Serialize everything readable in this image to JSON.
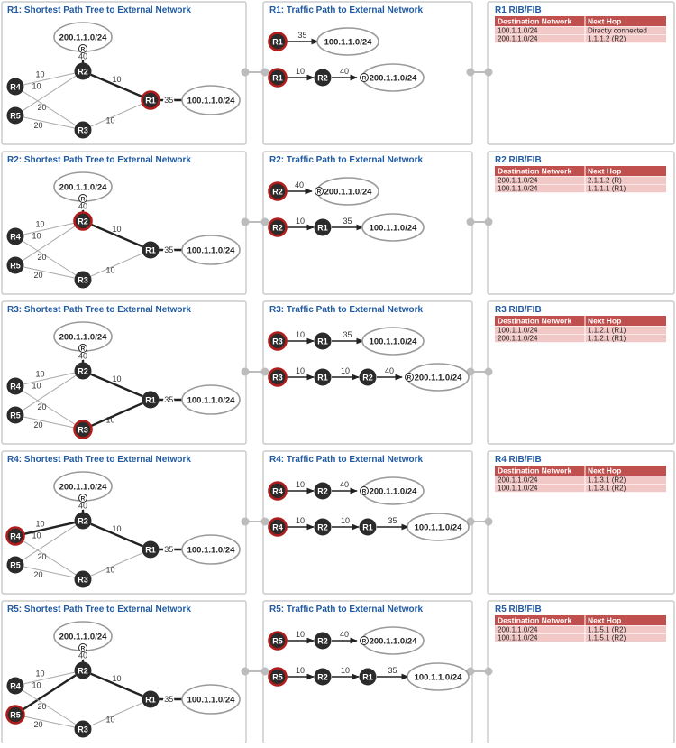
{
  "colors": {
    "router_fill": "#2b2b2b",
    "highlight": "#b01c1c",
    "title": "#1f5aa3",
    "table_header": "#c0504d",
    "table_row": "#f2c8c7",
    "panel_border": "#c0c0c0",
    "ellipse_stroke": "#9a9a9a",
    "connector": "#bcbcbc"
  },
  "rows": [
    {
      "spt_title": "R1: Shortest Path Tree to External Network",
      "traffic_title": "R1: Traffic Path to External Network",
      "fib_title": "R1 RIB/FIB",
      "source": "R1",
      "spt_nodes": {
        "R1": "R1",
        "R2": "R2",
        "R3": "R3",
        "R4": "R4",
        "R5": "R5",
        "N200": "200.1.1.0/24",
        "N100": "100.1.1.0/24",
        "R": "R"
      },
      "spt_edges": [
        {
          "from": "R2",
          "to": "N200",
          "cost": "40",
          "bold": true
        },
        {
          "from": "R2",
          "to": "R1",
          "cost": "10",
          "bold": true
        },
        {
          "from": "R1",
          "to": "N100",
          "cost": "35",
          "bold": true
        },
        {
          "from": "R4",
          "to": "R2",
          "cost": "10",
          "bold": false
        },
        {
          "from": "R5",
          "to": "R2",
          "cost": "10",
          "bold": false
        },
        {
          "from": "R4",
          "to": "R3",
          "cost": "20",
          "bold": false
        },
        {
          "from": "R5",
          "to": "R3",
          "cost": "20",
          "bold": false
        },
        {
          "from": "R3",
          "to": "R1",
          "cost": "10",
          "bold": false
        }
      ],
      "paths": [
        {
          "hops": [
            "R1"
          ],
          "costs": [
            "35"
          ],
          "dest": "100.1.1.0/24",
          "r_marker": false
        },
        {
          "hops": [
            "R1",
            "R2"
          ],
          "costs": [
            "10",
            "40"
          ],
          "dest": "200.1.1.0/24",
          "r_marker": true
        }
      ],
      "fib": {
        "headers": [
          "Destination Network",
          "Next Hop"
        ],
        "rows": [
          [
            "100.1.1.0/24",
            "Directly connected"
          ],
          [
            "200.1.1.0/24",
            "1.1.1.2 (R2)"
          ]
        ]
      }
    },
    {
      "spt_title": "R2: Shortest Path Tree to External Network",
      "traffic_title": "R2: Traffic Path to External Network",
      "fib_title": "R2 RIB/FIB",
      "source": "R2",
      "spt_nodes": {
        "R1": "R1",
        "R2": "R2",
        "R3": "R3",
        "R4": "R4",
        "R5": "R5",
        "N200": "200.1.1.0/24",
        "N100": "100.1.1.0/24",
        "R": "R"
      },
      "spt_edges": [
        {
          "from": "R2",
          "to": "N200",
          "cost": "40",
          "bold": true
        },
        {
          "from": "R2",
          "to": "R1",
          "cost": "10",
          "bold": true
        },
        {
          "from": "R1",
          "to": "N100",
          "cost": "35",
          "bold": true
        },
        {
          "from": "R4",
          "to": "R2",
          "cost": "10",
          "bold": false
        },
        {
          "from": "R5",
          "to": "R2",
          "cost": "10",
          "bold": false
        },
        {
          "from": "R4",
          "to": "R3",
          "cost": "20",
          "bold": false
        },
        {
          "from": "R5",
          "to": "R3",
          "cost": "20",
          "bold": false
        },
        {
          "from": "R3",
          "to": "R1",
          "cost": "10",
          "bold": false
        }
      ],
      "paths": [
        {
          "hops": [
            "R2"
          ],
          "costs": [
            "40"
          ],
          "dest": "200.1.1.0/24",
          "r_marker": true
        },
        {
          "hops": [
            "R2",
            "R1"
          ],
          "costs": [
            "10",
            "35"
          ],
          "dest": "100.1.1.0/24",
          "r_marker": false
        }
      ],
      "fib": {
        "headers": [
          "Destination Network",
          "Next Hop"
        ],
        "rows": [
          [
            "200.1.1.0/24",
            "2.1.1.2 (R)"
          ],
          [
            "100.1.1.0/24",
            "1.1.1.1 (R1)"
          ]
        ]
      }
    },
    {
      "spt_title": "R3: Shortest Path Tree to External Network",
      "traffic_title": "R3: Traffic Path to External Network",
      "fib_title": "R3 RIB/FIB",
      "source": "R3",
      "spt_nodes": {
        "R1": "R1",
        "R2": "R2",
        "R3": "R3",
        "R4": "R4",
        "R5": "R5",
        "N200": "200.1.1.0/24",
        "N100": "100.1.1.0/24",
        "R": "R"
      },
      "spt_edges": [
        {
          "from": "R2",
          "to": "N200",
          "cost": "40",
          "bold": true
        },
        {
          "from": "R2",
          "to": "R1",
          "cost": "10",
          "bold": true
        },
        {
          "from": "R1",
          "to": "N100",
          "cost": "35",
          "bold": true
        },
        {
          "from": "R4",
          "to": "R2",
          "cost": "10",
          "bold": false
        },
        {
          "from": "R5",
          "to": "R2",
          "cost": "10",
          "bold": false
        },
        {
          "from": "R4",
          "to": "R3",
          "cost": "20",
          "bold": false
        },
        {
          "from": "R5",
          "to": "R3",
          "cost": "20",
          "bold": false
        },
        {
          "from": "R3",
          "to": "R1",
          "cost": "10",
          "bold": true
        }
      ],
      "paths": [
        {
          "hops": [
            "R3",
            "R1"
          ],
          "costs": [
            "10",
            "35"
          ],
          "dest": "100.1.1.0/24",
          "r_marker": false
        },
        {
          "hops": [
            "R3",
            "R1",
            "R2"
          ],
          "costs": [
            "10",
            "10",
            "40"
          ],
          "dest": "200.1.1.0/24",
          "r_marker": true
        }
      ],
      "fib": {
        "headers": [
          "Destination Network",
          "Next Hop"
        ],
        "rows": [
          [
            "100.1.1.0/24",
            "1.1.2.1 (R1)"
          ],
          [
            "200.1.1.0/24",
            "1.1.2.1 (R1)"
          ]
        ]
      }
    },
    {
      "spt_title": "R4: Shortest Path Tree to External Network",
      "traffic_title": "R4: Traffic Path to External Network",
      "fib_title": "R4 RIB/FIB",
      "source": "R4",
      "spt_nodes": {
        "R1": "R1",
        "R2": "R2",
        "R3": "R3",
        "R4": "R4",
        "R5": "R5",
        "N200": "200.1.1.0/24",
        "N100": "100.1.1.0/24",
        "R": "R"
      },
      "spt_edges": [
        {
          "from": "R2",
          "to": "N200",
          "cost": "40",
          "bold": true
        },
        {
          "from": "R2",
          "to": "R1",
          "cost": "10",
          "bold": true
        },
        {
          "from": "R1",
          "to": "N100",
          "cost": "35",
          "bold": true
        },
        {
          "from": "R4",
          "to": "R2",
          "cost": "10",
          "bold": true
        },
        {
          "from": "R5",
          "to": "R2",
          "cost": "10",
          "bold": false
        },
        {
          "from": "R4",
          "to": "R3",
          "cost": "20",
          "bold": false
        },
        {
          "from": "R5",
          "to": "R3",
          "cost": "20",
          "bold": false
        },
        {
          "from": "R3",
          "to": "R1",
          "cost": "10",
          "bold": false
        }
      ],
      "paths": [
        {
          "hops": [
            "R4",
            "R2"
          ],
          "costs": [
            "10",
            "40"
          ],
          "dest": "200.1.1.0/24",
          "r_marker": true
        },
        {
          "hops": [
            "R4",
            "R2",
            "R1"
          ],
          "costs": [
            "10",
            "10",
            "35"
          ],
          "dest": "100.1.1.0/24",
          "r_marker": false
        }
      ],
      "fib": {
        "headers": [
          "Destination Network",
          "Next Hop"
        ],
        "rows": [
          [
            "200.1.1.0/24",
            "1.1.3.1 (R2)"
          ],
          [
            "100.1.1.0/24",
            "1.1.3.1 (R2)"
          ]
        ]
      }
    },
    {
      "spt_title": "R5: Shortest Path Tree to External Network",
      "traffic_title": "R5: Traffic Path to External Network",
      "fib_title": "R5 RIB/FIB",
      "source": "R5",
      "spt_nodes": {
        "R1": "R1",
        "R2": "R2",
        "R3": "R3",
        "R4": "R4",
        "R5": "R5",
        "N200": "200.1.1.0/24",
        "N100": "100.1.1.0/24",
        "R": "R"
      },
      "spt_edges": [
        {
          "from": "R2",
          "to": "N200",
          "cost": "40",
          "bold": true
        },
        {
          "from": "R2",
          "to": "R1",
          "cost": "10",
          "bold": true
        },
        {
          "from": "R1",
          "to": "N100",
          "cost": "35",
          "bold": true
        },
        {
          "from": "R4",
          "to": "R2",
          "cost": "10",
          "bold": false
        },
        {
          "from": "R5",
          "to": "R2",
          "cost": "10",
          "bold": true
        },
        {
          "from": "R4",
          "to": "R3",
          "cost": "20",
          "bold": false
        },
        {
          "from": "R5",
          "to": "R3",
          "cost": "20",
          "bold": false
        },
        {
          "from": "R3",
          "to": "R1",
          "cost": "10",
          "bold": false
        }
      ],
      "paths": [
        {
          "hops": [
            "R5",
            "R2"
          ],
          "costs": [
            "10",
            "40"
          ],
          "dest": "200.1.1.0/24",
          "r_marker": true
        },
        {
          "hops": [
            "R5",
            "R2",
            "R1"
          ],
          "costs": [
            "10",
            "10",
            "35"
          ],
          "dest": "100.1.1.0/24",
          "r_marker": false
        }
      ],
      "fib": {
        "headers": [
          "Destination Network",
          "Next Hop"
        ],
        "rows": [
          [
            "200.1.1.0/24",
            "1.1.5.1 (R2)"
          ],
          [
            "100.1.1.0/24",
            "1.1.5.1 (R2)"
          ]
        ]
      }
    }
  ]
}
